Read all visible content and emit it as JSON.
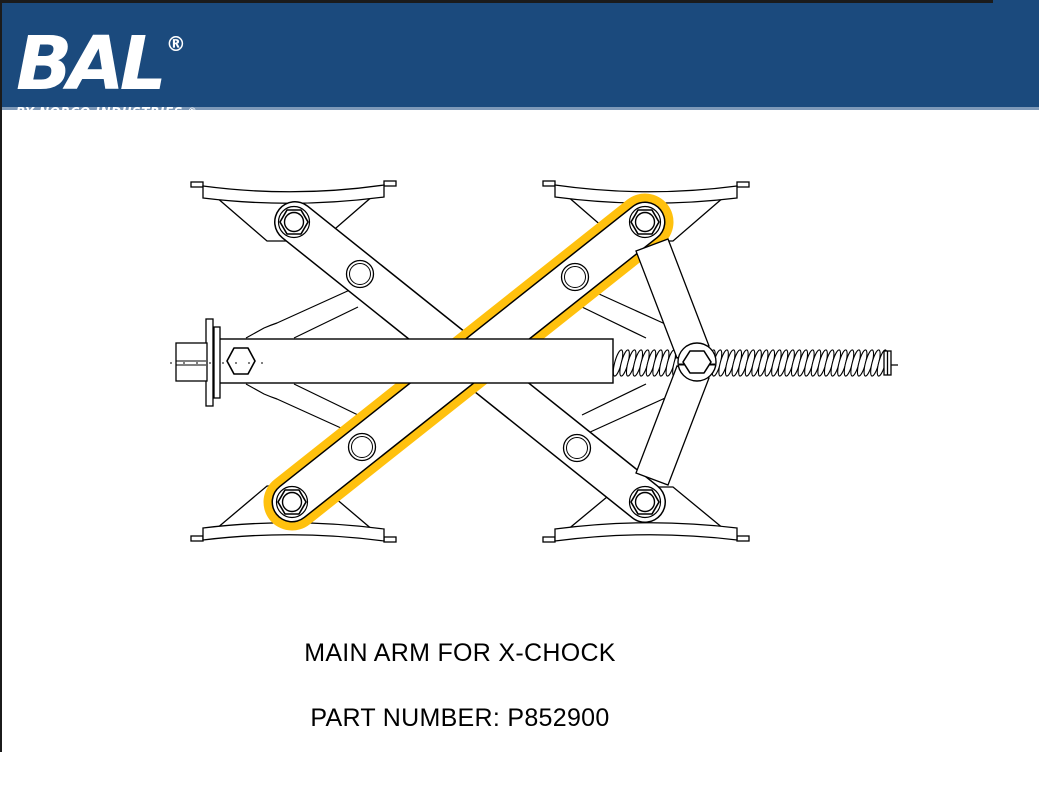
{
  "header": {
    "logo_text": "BAL",
    "logo_registered": "®",
    "logo_subtitle": "BY NORCO INDUSTRIES",
    "subtitle_registered": "®",
    "background_color": "#1B4A7D",
    "accent_line_color": "#7E99B8"
  },
  "diagram": {
    "description": "X-chock scissor wheel stabilizer line drawing with highlighted main arm",
    "highlight_color": "#FFC10E",
    "line_color": "#000000"
  },
  "captions": {
    "title": "MAIN ARM FOR X-CHOCK",
    "part_number": "PART NUMBER: P852900"
  }
}
